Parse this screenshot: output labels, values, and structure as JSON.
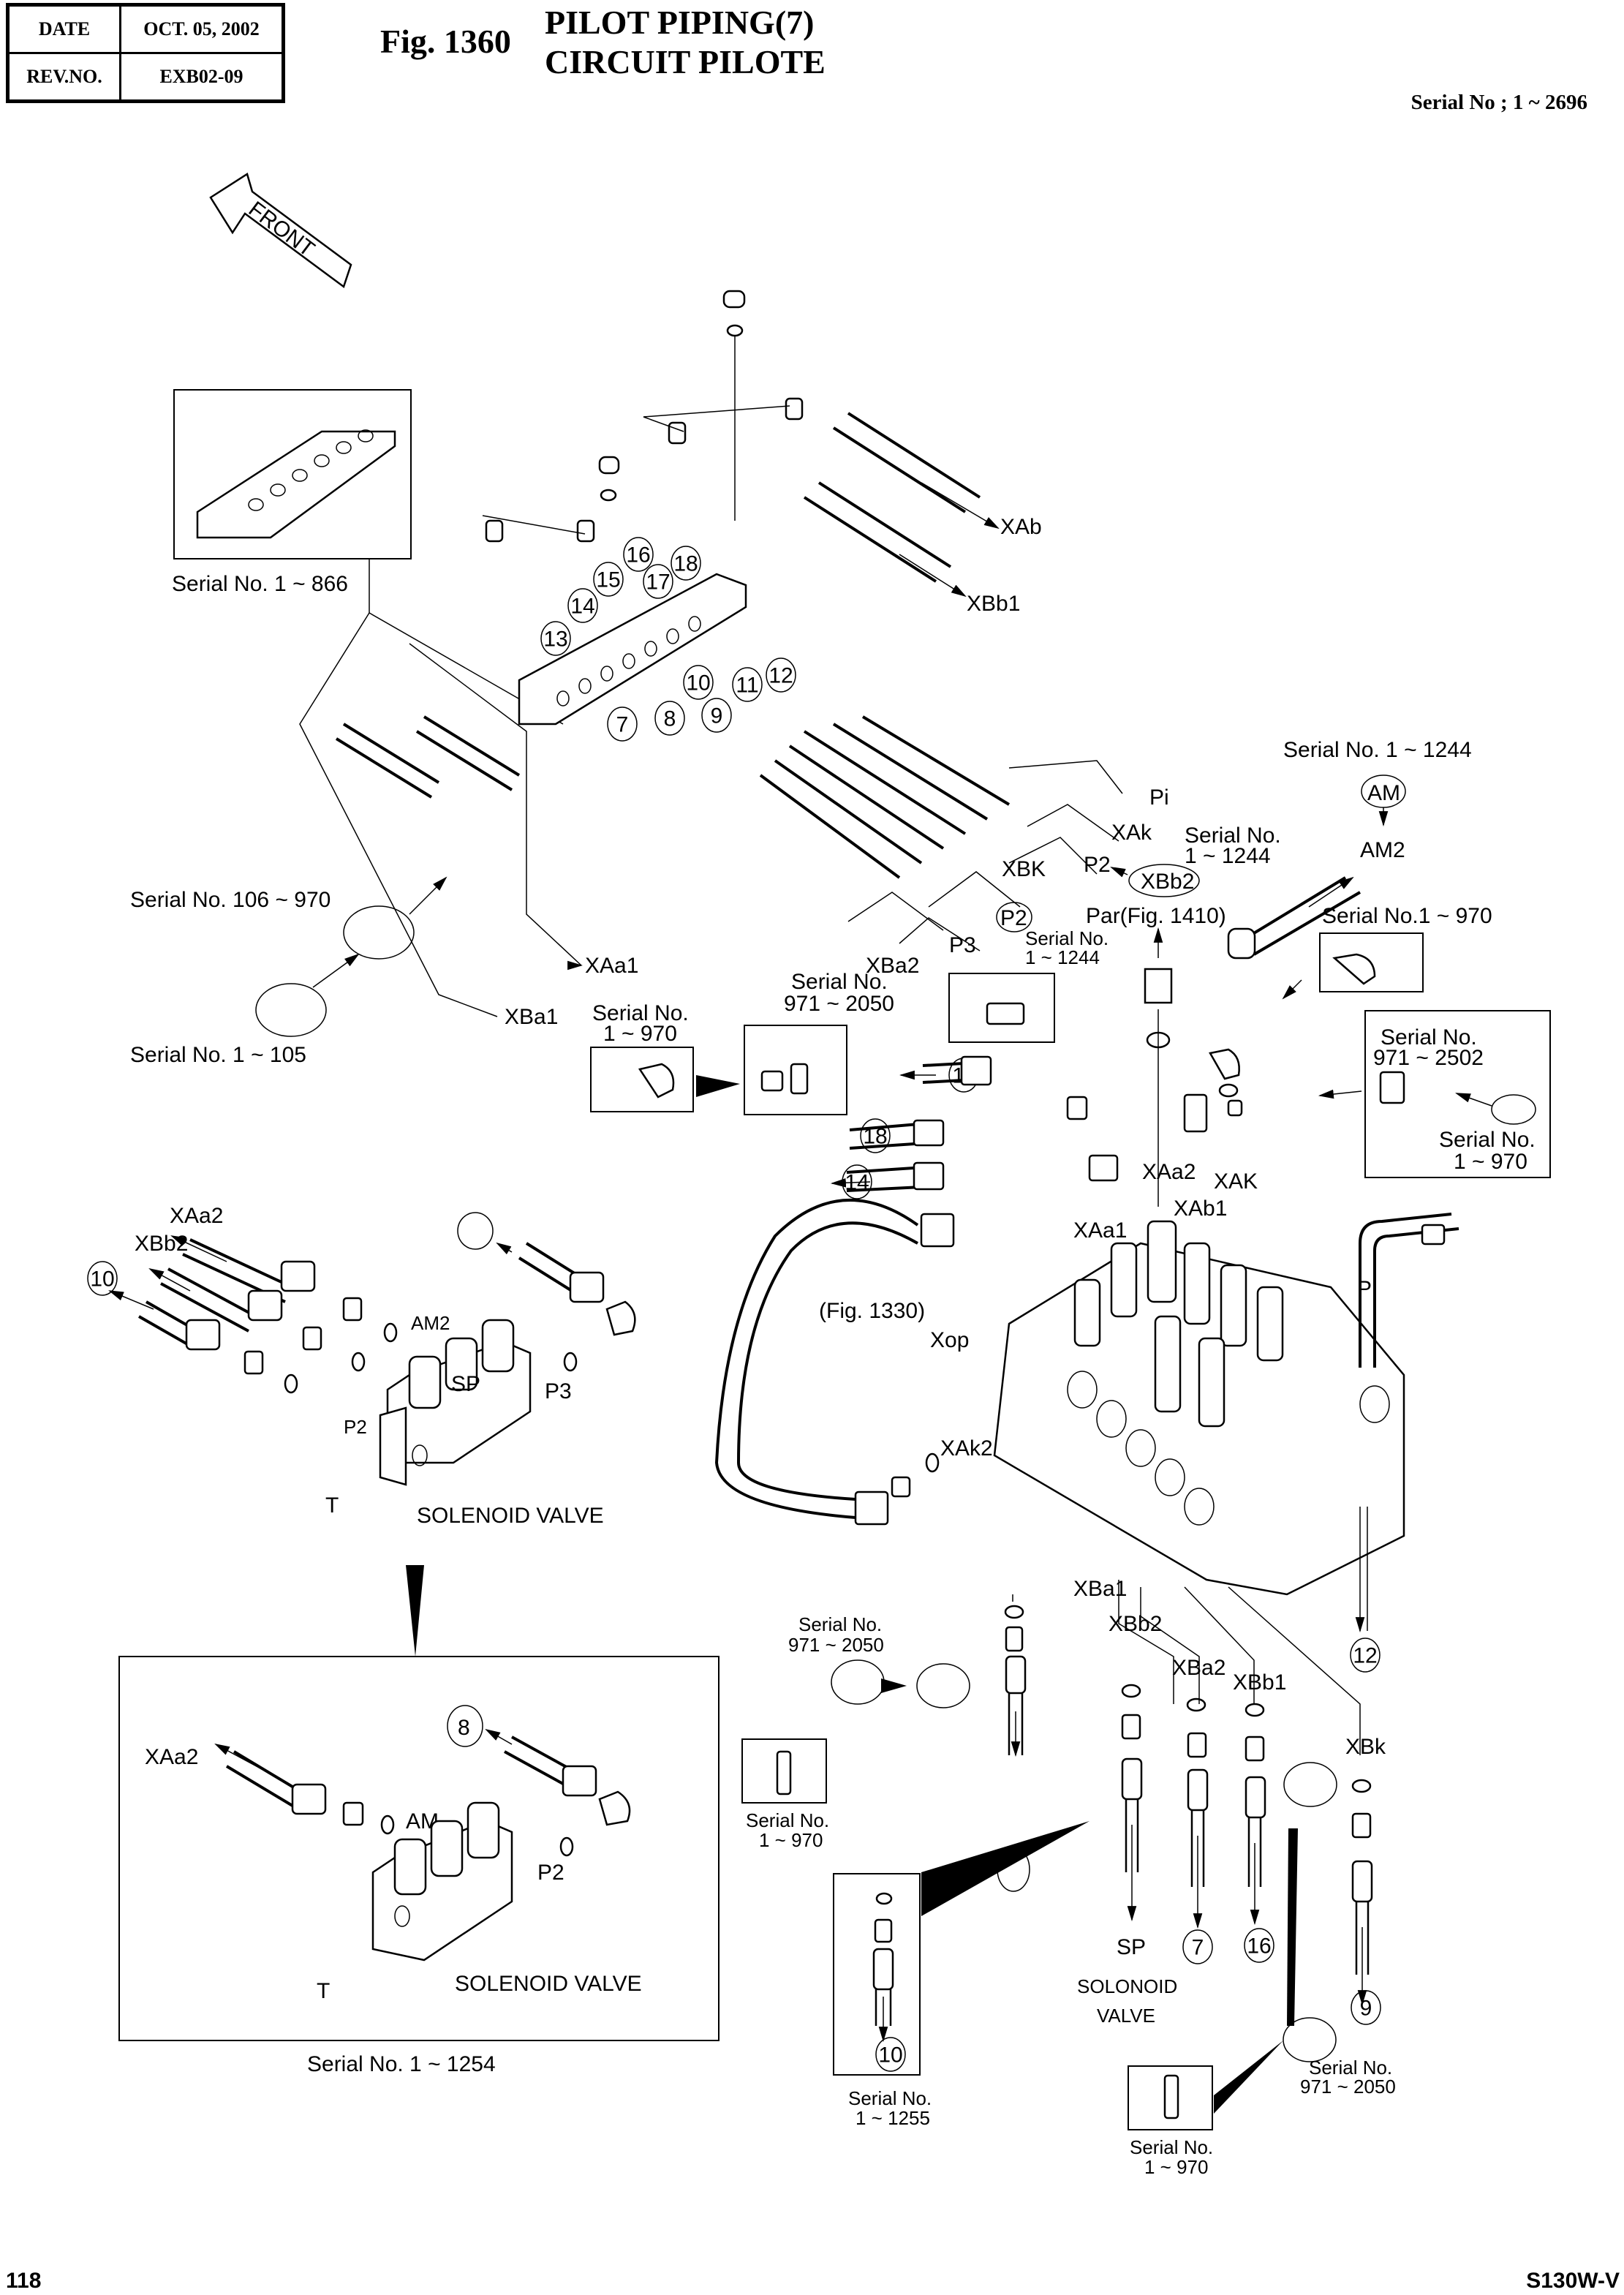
{
  "header": {
    "date_label": "DATE",
    "date_value": "OCT. 05, 2002",
    "rev_label": "REV.NO.",
    "rev_value": "EXB02-09",
    "figure_number": "Fig. 1360",
    "title_en": "PILOT PIPING(7)",
    "title_fr": "CIRCUIT PILOTE",
    "serial_range": "Serial No ; 1 ~ 2696"
  },
  "footer": {
    "page_number": "118",
    "model": "S130W-V"
  },
  "front_arrow_label": "FRONT",
  "callouts": {
    "c7": "7",
    "c8": "8",
    "c9": "9",
    "c10": "10",
    "c11": "11",
    "c12": "12",
    "c13": "13",
    "c14": "14",
    "c15": "15",
    "c16": "16",
    "c17": "17",
    "c18": "18"
  },
  "ports": {
    "XAb": "XAb",
    "XBb1": "XBb1",
    "Pi": "Pi",
    "XAk": "XAk",
    "P2": "P2",
    "XBK": "XBK",
    "P3": "P3",
    "XBa2": "XBa2",
    "XAa1": "XAa1",
    "XBa1": "XBa1",
    "AM": "AM",
    "AM2": "AM2",
    "XBb2": "XBb2",
    "XAa2": "XAa2",
    "XAK": "XAK",
    "XAb1": "XAb1",
    "Xop": "Xop",
    "XAk2": "XAk2",
    "XBk": "XBk",
    "SP": "SP",
    "T": "T"
  },
  "notes": {
    "serial_1_866": "Serial No. 1 ~ 866",
    "serial_106_970": "Serial No. 106 ~ 970",
    "serial_1_105": "Serial No. 1 ~ 105",
    "serial_1_1244_top_a": "Serial No. 1 ~ 1244",
    "serial_no": "Serial No.",
    "range_1_1244": "1 ~ 1244",
    "range_1_970": "1 ~ 970",
    "range_971_2050": "971 ~ 2050",
    "range_971_2502": "971 ~ 2502",
    "range_1_1255": "1 ~ 1255",
    "serial_1_970_inline": "Serial No.1 ~ 970",
    "par_fig_1410": "Par(Fig. 1410)",
    "fig_1330": "(Fig. 1330)",
    "solenoid_valve": "SOLENOID VALVE",
    "solonoid": "SOLONOID",
    "valve": "VALVE",
    "serial_1_1254": "Serial No. 1 ~ 1254"
  }
}
